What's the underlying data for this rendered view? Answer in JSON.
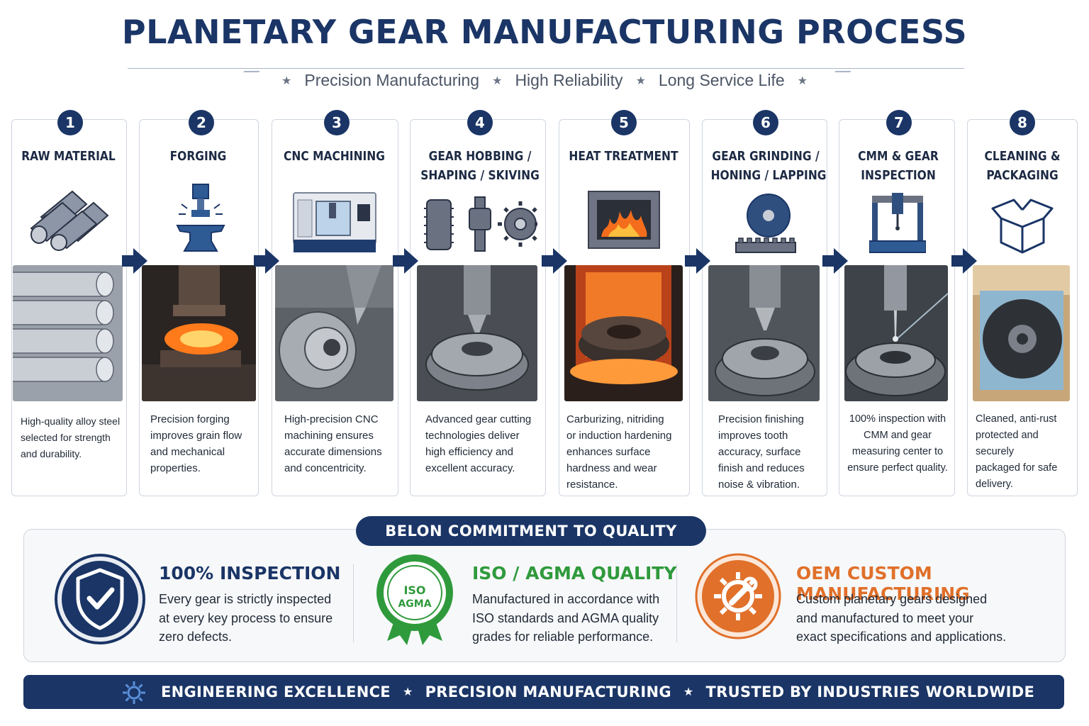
{
  "header": {
    "title": "PLANETARY GEAR MANUFACTURING PROCESS",
    "tagline_1": "Precision Manufacturing",
    "tagline_2": "High Reliability",
    "tagline_3": "Long Service Life"
  },
  "steps": [
    {
      "num": "1",
      "title_1": "RAW MATERIAL",
      "title_2": "",
      "desc": [
        "High-quality alloy steel",
        "selected for strength",
        "and durability."
      ],
      "icon": "steel-bars-icon"
    },
    {
      "num": "2",
      "title_1": "FORGING",
      "title_2": "",
      "desc": [
        "Precision forging",
        "improves grain flow",
        "and mechanical",
        "properties."
      ],
      "icon": "forging-press-icon"
    },
    {
      "num": "3",
      "title_1": "CNC MACHINING",
      "title_2": "",
      "desc": [
        "High-precision CNC",
        "machining ensures",
        "accurate dimensions",
        "and concentricity."
      ],
      "icon": "cnc-machine-icon"
    },
    {
      "num": "4",
      "title_1": "GEAR HOBBING /",
      "title_2": "SHAPING / SKIVING",
      "desc": [
        "Advanced gear cutting",
        "technologies deliver",
        "high efficiency and",
        "excellent accuracy."
      ],
      "icon": "gear-cutting-tools-icon"
    },
    {
      "num": "5",
      "title_1": "HEAT TREATMENT",
      "title_2": "",
      "desc": [
        "Carburizing, nitriding",
        "or induction hardening",
        "enhances surface",
        "hardness and wear",
        "resistance."
      ],
      "icon": "furnace-icon"
    },
    {
      "num": "6",
      "title_1": "GEAR GRINDING /",
      "title_2": "HONING / LAPPING",
      "desc": [
        "Precision finishing",
        "improves tooth",
        "accuracy, surface",
        "finish and reduces",
        "noise & vibration."
      ],
      "icon": "grinding-wheel-icon"
    },
    {
      "num": "7",
      "title_1": "CMM & GEAR",
      "title_2": "INSPECTION",
      "desc": [
        "100% inspection with",
        "CMM and gear",
        "measuring center to",
        "ensure perfect quality."
      ],
      "icon": "cmm-machine-icon"
    },
    {
      "num": "8",
      "title_1": "CLEANING &",
      "title_2": "PACKAGING",
      "desc": [
        "Cleaned, anti-rust",
        "protected and securely",
        "packaged for safe",
        "delivery."
      ],
      "icon": "box-icon"
    }
  ],
  "quality": {
    "badge": "BELON COMMITMENT TO QUALITY",
    "items": [
      {
        "title": "100% INSPECTION",
        "color": "#1a3566",
        "lines": [
          "Every gear is strictly inspected",
          "at every key process to ensure",
          "zero defects."
        ],
        "icon": "shield-check-icon"
      },
      {
        "title": "ISO / AGMA QUALITY",
        "color": "#2f9a3c",
        "lines": [
          "Manufactured in accordance with",
          "ISO standards and AGMA quality",
          "grades for reliable performance."
        ],
        "icon": "iso-agma-seal-icon",
        "seal_text_1": "ISO",
        "seal_text_2": "AGMA"
      },
      {
        "title": "OEM CUSTOM MANUFACTURING",
        "color": "#e0702a",
        "lines": [
          "Custom planetary gears designed",
          "and manufactured to meet your",
          "exact specifications and applications."
        ],
        "icon": "gear-wrench-icon"
      }
    ]
  },
  "footer": {
    "item_1": "ENGINEERING EXCELLENCE",
    "item_2": "PRECISION MANUFACTURING",
    "item_3": "TRUSTED BY INDUSTRIES WORLDWIDE",
    "icon": "gear-icon"
  },
  "colors": {
    "navy": "#1a3566",
    "green": "#2f9a3c",
    "orange": "#e0702a"
  }
}
